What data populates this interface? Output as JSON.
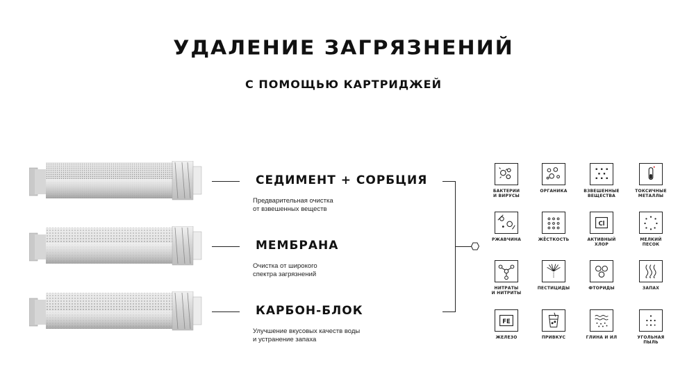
{
  "header": {
    "title": "УДАЛЕНИЕ ЗАГРЯЗНЕНИЙ",
    "subtitle": "С ПОМОЩЬЮ КАРТРИДЖЕЙ"
  },
  "cartridges": [
    {
      "label": "СЕДИМЕНТ + СОРБЦИЯ",
      "desc_line1": "Предварительная очистка",
      "desc_line2": "от взвешенных веществ"
    },
    {
      "label": "МЕМБРАНА",
      "desc_line1": "Очистка от широкого",
      "desc_line2": "спектра загрязнений"
    },
    {
      "label": "КАРБОН-БЛОК",
      "desc_line1": "Улучшение вкусовых качеств воды",
      "desc_line2": "и устранение запаха"
    }
  ],
  "contaminants": [
    {
      "icon": "bacteria-icon",
      "line1": "БАКТЕРИИ",
      "line2": "И ВИРУСЫ"
    },
    {
      "icon": "organics-icon",
      "line1": "ОРГАНИКА",
      "line2": ""
    },
    {
      "icon": "suspended-solids-icon",
      "line1": "ВЗВЕШЕННЫЕ",
      "line2": "ВЕЩЕСТВА"
    },
    {
      "icon": "test-tube-icon",
      "line1": "ТОКСИЧНЫЕ",
      "line2": "МЕТАЛЛЫ"
    },
    {
      "icon": "rust-icon",
      "line1": "РЖАВЧИНА",
      "line2": ""
    },
    {
      "icon": "hardness-icon",
      "line1": "ЖЁСТКОСТЬ",
      "line2": ""
    },
    {
      "icon": "chlorine-icon",
      "line1": "АКТИВНЫЙ",
      "line2": "ХЛОР",
      "symbol": "Cl"
    },
    {
      "icon": "sand-icon",
      "line1": "МЕЛКИЙ",
      "line2": "ПЕСОК"
    },
    {
      "icon": "molecule-icon",
      "line1": "НИТРАТЫ",
      "line2": "И НИТРИТЫ"
    },
    {
      "icon": "spray-icon",
      "line1": "ПЕСТИЦИДЫ",
      "line2": ""
    },
    {
      "icon": "fluoride-icon",
      "line1": "ФТОРИДЫ",
      "line2": ""
    },
    {
      "icon": "odor-icon",
      "line1": "ЗАПАХ",
      "line2": ""
    },
    {
      "icon": "iron-icon",
      "line1": "ЖЕЛЕЗО",
      "line2": "",
      "symbol": "FE"
    },
    {
      "icon": "cup-icon",
      "line1": "ПРИВКУС",
      "line2": ""
    },
    {
      "icon": "clay-icon",
      "line1": "ГЛИНА И ИЛ",
      "line2": ""
    },
    {
      "icon": "coal-dust-icon",
      "line1": "УГОЛЬНАЯ",
      "line2": "ПЫЛЬ"
    }
  ]
}
